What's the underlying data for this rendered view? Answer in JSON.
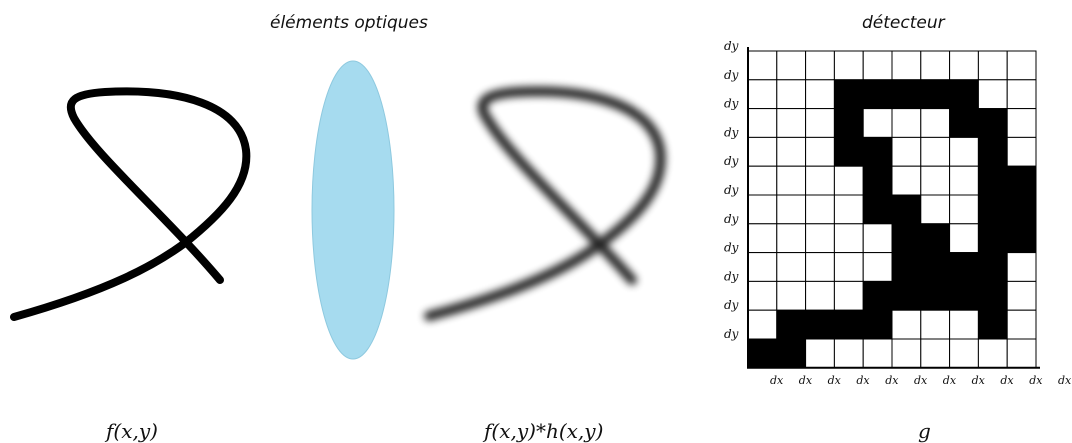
{
  "headers": {
    "optics": "éléments optiques",
    "detector": "détecteur"
  },
  "captions": {
    "input": "f(x,y)",
    "convolved": "f(x,y)*h(x,y)",
    "output": "g"
  },
  "detector": {
    "rows": 11,
    "cols": 10,
    "row_label": "dy",
    "col_label": "dx",
    "filled_cells": [
      [
        1,
        3
      ],
      [
        1,
        4
      ],
      [
        1,
        5
      ],
      [
        1,
        6
      ],
      [
        1,
        7
      ],
      [
        2,
        3
      ],
      [
        2,
        7
      ],
      [
        2,
        8
      ],
      [
        3,
        3
      ],
      [
        3,
        4
      ],
      [
        3,
        8
      ],
      [
        4,
        4
      ],
      [
        4,
        8
      ],
      [
        4,
        9
      ],
      [
        5,
        4
      ],
      [
        5,
        5
      ],
      [
        5,
        8
      ],
      [
        5,
        9
      ],
      [
        6,
        5
      ],
      [
        6,
        6
      ],
      [
        6,
        8
      ],
      [
        6,
        9
      ],
      [
        7,
        5
      ],
      [
        7,
        6
      ],
      [
        7,
        7
      ],
      [
        7,
        8
      ],
      [
        8,
        4
      ],
      [
        8,
        5
      ],
      [
        8,
        6
      ],
      [
        8,
        7
      ],
      [
        8,
        8
      ],
      [
        9,
        1
      ],
      [
        9,
        2
      ],
      [
        9,
        3
      ],
      [
        9,
        4
      ],
      [
        9,
        8
      ],
      [
        10,
        0
      ],
      [
        10,
        1
      ]
    ]
  },
  "colors": {
    "lens": "#a6dbef",
    "stroke": "#000000",
    "filled_cell": "#000000",
    "empty_cell": "#ffffff"
  }
}
